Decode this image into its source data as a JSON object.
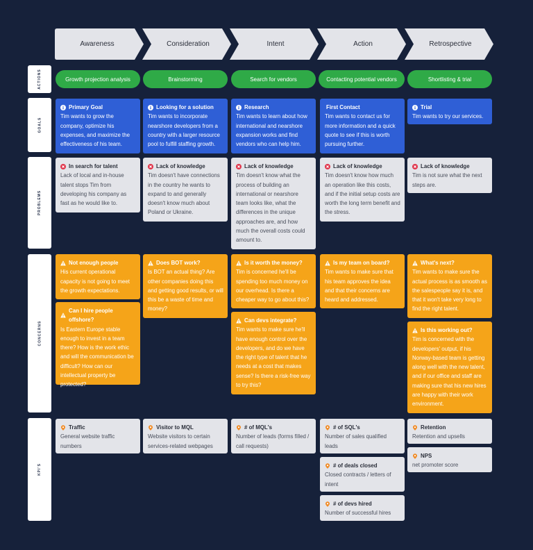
{
  "stages": [
    "Awareness",
    "Consideration",
    "Intent",
    "Action",
    "Retrospective"
  ],
  "row_labels": {
    "actions": "ACTIONS",
    "goals": "GOALS",
    "problems": "PROBLEMS",
    "concerns": "CONCERNS",
    "kpis": "KPI'S"
  },
  "actions": [
    "Growth projection analysis",
    "Brainstorming",
    "Search for vendors",
    "Contacting potential vendors",
    "Shortlisting & trial"
  ],
  "goals": [
    {
      "title": "Primary Goal",
      "text": "Tim wants to grow the company, optimize his expenses, and maximize the effectiveness of his team."
    },
    {
      "title": "Looking for a solution",
      "text": "Tim wants to incorporate nearshore developers from a country with a larger resource pool to fulfill staffing growth."
    },
    {
      "title": "Research",
      "text": "Tim wants to learn about how international and nearshore expansion works and find vendors who can help him."
    },
    {
      "title": "First Contact",
      "text": "Tim wants to contact us for more information and a quick quote to see if this is worth pursuing further."
    },
    {
      "title": "Trial",
      "text": "Tim wants to try our services."
    }
  ],
  "problems": [
    {
      "title": "In search for talent",
      "text": "Lack of local and in-house talent stops Tim from developing his company as fast as he would like to."
    },
    {
      "title": "Lack of knowledge",
      "text": "Tim doesn't have connections in the country he wants to expand to and generally doesn't know much about Poland or Ukraine."
    },
    {
      "title": "Lack of knowledge",
      "text": "Tim doesn't know what the process of building an international or nearshore team looks like, what the differences in the unique approaches are, and how much the overall costs could amount to."
    },
    {
      "title": "Lack of knowledge",
      "text": "Tim doesn't know how much an operation like this costs, and if the initial setup costs are worth the long term benefit and the stress."
    },
    {
      "title": "Lack of knowledge",
      "text": "Tim is not sure what the next steps are."
    }
  ],
  "concerns": [
    [
      {
        "title": "Not enough people",
        "text": "His current operational capacity is not going to meet the growth expectations."
      },
      {
        "title": "Can I hire people offshore?",
        "text": "Is Eastern Europe stable enough to invest in a team there? How is the work ethic and will the communication be difficult? How can our intellectual property be protected?"
      }
    ],
    [
      {
        "title": "Does BOT work?",
        "text": "Is BOT an actual thing? Are other companies doing this and getting good results, or will this be a waste of time and money?"
      }
    ],
    [
      {
        "title": "Is it worth the money?",
        "text": "Tim is concerned he'll be spending too much money on our overhead. Is there a cheaper way to go about this?"
      },
      {
        "title": "Can devs integrate?",
        "text": "Tim wants to make sure he'll have enough control over the developers, and do we have the right type of talent that he needs at a cost that makes sense? Is there a risk-free way to try this?"
      }
    ],
    [
      {
        "title": "Is my team on board?",
        "text": "Tim wants to make sure that his team approves the idea and that their concerns are heard and addressed."
      }
    ],
    [
      {
        "title": "What's next?",
        "text": "Tim wants to make sure the actual process is as smooth as the salespeople say it is, and that it won't take very long to find the right talent."
      },
      {
        "title": "Is this working out?",
        "text": "Tim is concerned with the developers' output, if his Norway-based team is getting along well with the new talent, and if our office and staff are making sure that his new hires are happy with their work environment."
      }
    ]
  ],
  "kpis": [
    [
      {
        "title": "Traffic",
        "text": "General website traffic numbers"
      }
    ],
    [
      {
        "title": "Visitor to MQL",
        "text": "Website visitors to certain services-related webpages"
      }
    ],
    [
      {
        "title": "# of MQL's",
        "text": "Number of leads (forms filled / call requests)"
      }
    ],
    [
      {
        "title": "# of SQL's",
        "text": "Number of sales qualified leads"
      },
      {
        "title": "# of deals closed",
        "text": "Closed contracts / letters of intent"
      },
      {
        "title": "# of devs hired",
        "text": "Number of successful hires"
      }
    ],
    [
      {
        "title": "Retention",
        "text": "Retention and upsells"
      },
      {
        "title": "NPS",
        "text": "net promoter score"
      }
    ]
  ],
  "colors": {
    "background": "#16213a",
    "goal": "#2f5fd6",
    "action": "#2faa47",
    "concern": "#f5a419",
    "problem": "#e3e4e9",
    "problem_icon": "#e0344a",
    "kpi_icon": "#f08a24"
  },
  "icons": {
    "goal": "info-icon",
    "problem": "close-circle-icon",
    "concern": "warning-icon",
    "kpi": "location-pin-icon"
  }
}
